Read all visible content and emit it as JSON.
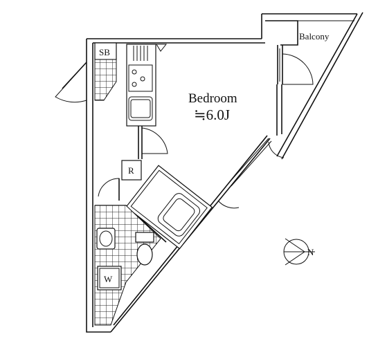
{
  "floorplan": {
    "rooms": {
      "bedroom_label": "Bedroom",
      "bedroom_area": "≒6.0J",
      "balcony_label": "Balcony",
      "shoe_box_label": "SB",
      "fridge_label": "R",
      "washer_label": "W"
    },
    "compass": {
      "north_label": "N"
    }
  }
}
